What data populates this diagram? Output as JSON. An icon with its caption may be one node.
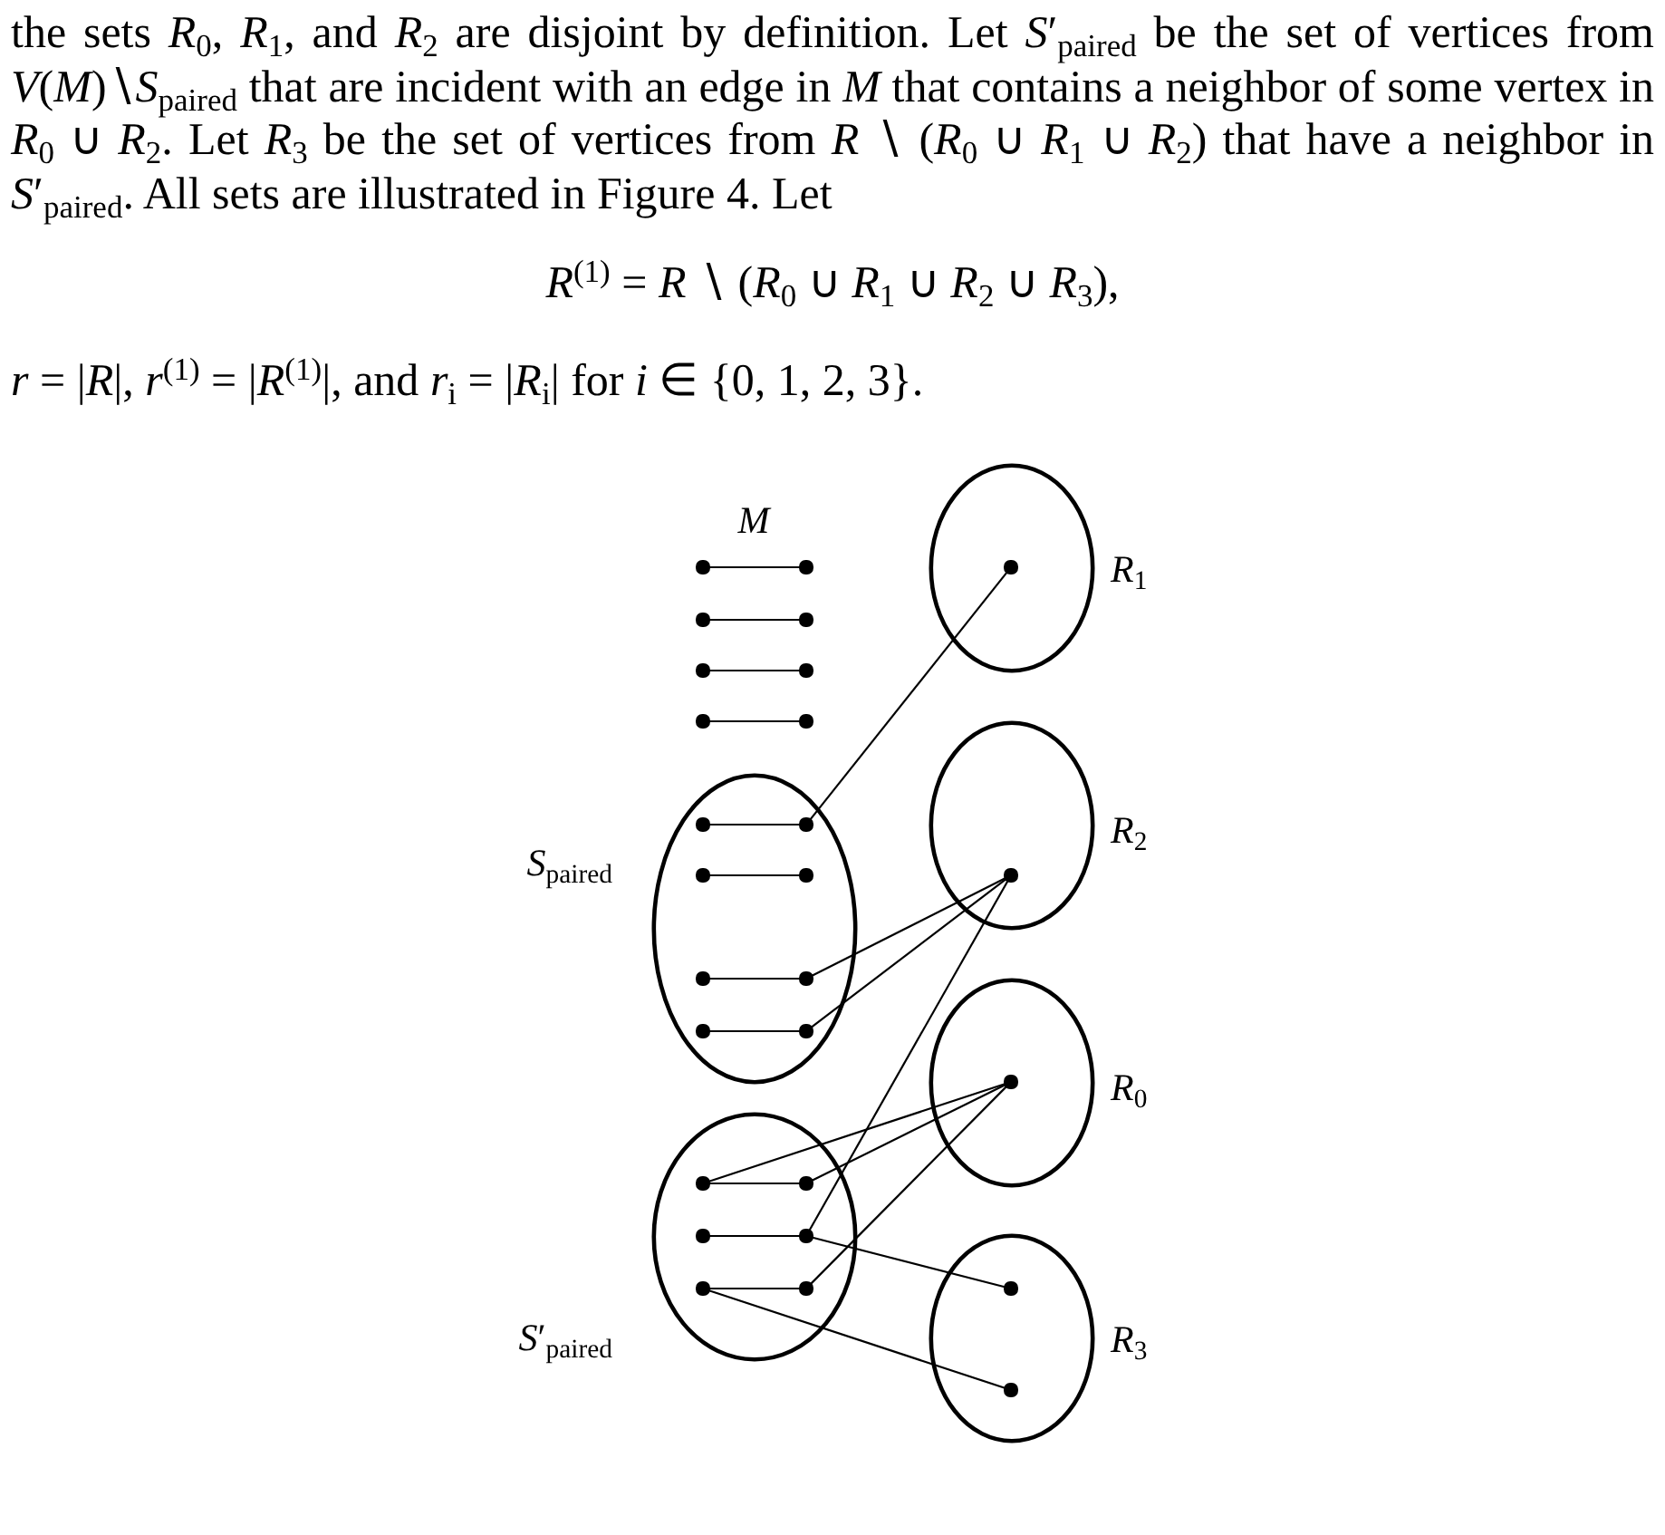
{
  "diagram": {
    "nodes": [
      {
        "text": [
          "*R*$_{1}$"
        ]
      },
      {
        "text": [],
        "shape": "circle",
        "in": 0
      },
      {
        "text": [],
        "shape": "circle"
      },
      {
        "text": [],
        "shape": "circle"
      },
      {
        "text": [],
        "shape": "circle"
      },
      {
        "text": [],
        "shape": "circle"
      },
      {
        "text": [],
        "shape": "circle"
      },
      {
        "text": [],
        "shape": "circle"
      },
      {
        "text": [],
        "shape": "circle"
      },
      {
        "text": [],
        "shape": "circle"
      },
      {
        "text": [
          "*S*$_{paired}$"
        ]
      },
      {
        "text": [],
        "shape": "circle",
        "in": 10
      },
      {
        "text": [],
        "shape": "circle",
        "in": 10
      },
      {
        "text": [],
        "shape": "circle",
        "in": 10
      },
      {
        "text": [],
        "shape": "circle",
        "in": 10
      },
      {
        "text": [],
        "shape": "circle",
        "in": 10
      },
      {
        "text": [],
        "shape": "circle",
        "in": 10
      },
      {
        "text": [],
        "shape": "circle",
        "in": 10
      },
      {
        "text": [],
        "shape": "circle",
        "in": 10
      },
      {
        "text": [
          "*R*$_{2}$"
        ]
      },
      {
        "text": [],
        "shape": "circle",
        "in": 19
      },
      {
        "text": [
          "*R*$_{0}$"
        ]
      },
      {
        "text": [],
        "shape": "circle",
        "in": 21
      },
      {
        "text": [
          "*S*′$_{paired}$"
        ]
      },
      {
        "text": [],
        "shape": "circle",
        "in": 23
      },
      {
        "text": [],
        "shape": "circle",
        "in": 23
      },
      {
        "text": [],
        "shape": "circle",
        "in": 23
      },
      {
        "text": [],
        "shape": "circle",
        "in": 23
      },
      {
        "text": [],
        "shape": "circle",
        "in": 23
      },
      {
        "text": [],
        "shape": "circle",
        "in": 23
      },
      {
        "text": [
          "*R*$_{3}$"
        ]
      },
      {
        "text": [],
        "shape": "circle",
        "in": 30
      },
      {
        "text": [],
        "shape": "circle",
        "in": 30
      }
    ],
    "edges": [
      {
        "from": 2,
        "to": 3,
        "arrow": "none"
      },
      {
        "from": 4,
        "to": 5,
        "arrow": "none"
      },
      {
        "from": 6,
        "to": 7,
        "arrow": "none"
      },
      {
        "from": 8,
        "to": 9,
        "arrow": "none"
      },
      {
        "from": 11,
        "to": 12,
        "arrow": "none"
      },
      {
        "from": 13,
        "to": 14,
        "arrow": "none"
      },
      {
        "from": 15,
        "to": 16,
        "arrow": "none"
      },
      {
        "from": 17,
        "to": 18,
        "arrow": "none"
      },
      {
        "from": 24,
        "to": 25,
        "arrow": "none"
      },
      {
        "from": 26,
        "to": 27,
        "arrow": "none"
      },
      {
        "from": 28,
        "to": 29,
        "arrow": "none"
      },
      {
        "from": 12,
        "to": 1,
        "arrow": "none"
      },
      {
        "from": 16,
        "to": 20,
        "arrow": "none"
      },
      {
        "from": 18,
        "to": 20,
        "arrow": "none"
      },
      {
        "from": 27,
        "to": 20,
        "arrow": "none"
      },
      {
        "from": 24,
        "to": 22,
        "arrow": "none"
      },
      {
        "from": 25,
        "to": 22,
        "arrow": "none"
      },
      {
        "from": 29,
        "to": 22,
        "arrow": "none"
      },
      {
        "from": 27,
        "to": 31,
        "arrow": "none"
      },
      {
        "from": 28,
        "to": 32,
        "arrow": "none"
      }
    ],
    "labels": [
      "the sets *R*$_{0}$, *R*$_{1}$, and *R*$_{2}$ are disjoint by definition. Let *S*′$_{paired}$ be the set of vertices from *V*(*M*)∖*S*$_{paired}$ that are incident with an edge in *M* that contains a neighbor of some vertex in *R*$_{0}$ ∪ *R*$_{2}$. Let *R*$_{3}$ be the set of vertices from *R* ∖ (*R*$_{0}$ ∪ *R*$_{1}$ ∪ *R*$_{2}$) that have a neighbor in *S*′$_{paired}$. All sets are illustrated in Figure 4. Let",
      "*R*$^{(1)}$ = *R* ∖ (*R*$_{0}$ ∪ *R*$_{1}$ ∪ *R*$_{2}$ ∪ *R*$_{3}$),",
      "*r* = |*R*|, *r*$^{(1)}$ = |*R*$^{(1)}$|, and *r*$_{i}$ = |*R*$_{i}$| for *i* ∈ {0, 1, 2, 3}.",
      "M"
    ]
  }
}
